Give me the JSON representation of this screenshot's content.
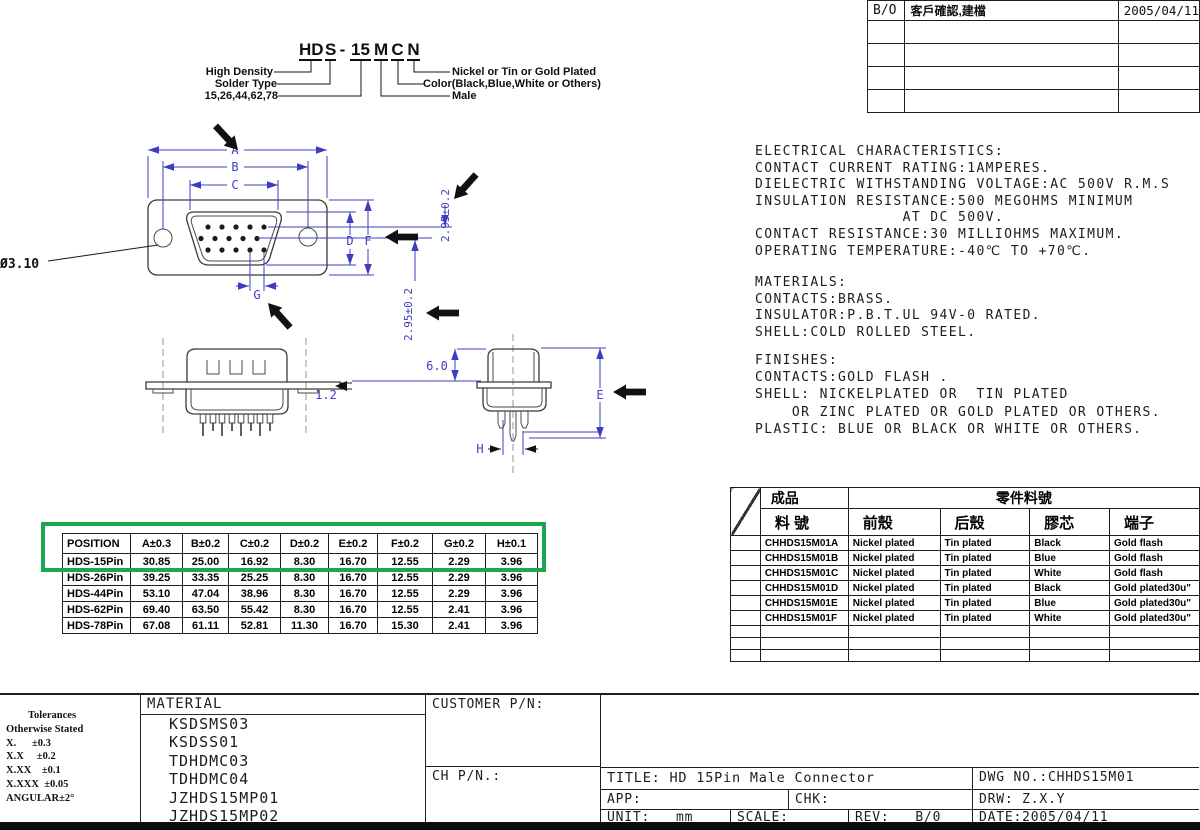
{
  "colors": {
    "highlight_green": "#1da651",
    "dimension_blue": "#3d3dc2"
  },
  "sheet": {
    "revision_table": {
      "rev": "B/O",
      "description": "客戶確認,建檔",
      "date": "2005/04/11"
    },
    "part_number": {
      "segments": [
        "HD",
        "S",
        "-",
        "15",
        "M",
        "C",
        "N"
      ],
      "callouts_left": [
        "High Density",
        "Solder Type",
        "15,26,44,62,78"
      ],
      "callouts_right": [
        "Nickel or Tin or Gold Plated",
        "Color(Black,Blue,White or Others)",
        "Male"
      ]
    },
    "drawing_labels": {
      "dim_a": "A",
      "dim_b": "B",
      "dim_c": "C",
      "dim_d": "D",
      "dim_e": "E",
      "dim_f": "F",
      "dim_g": "G",
      "dim_h": "H",
      "hole_dia": "Ø3.10",
      "row_pitch_upper": "2.95±0.2",
      "row_pitch_lower": "2.95±0.2",
      "mating_height": "6.0",
      "flange_thickness": "1.2"
    },
    "electrical": {
      "lines": [
        "ELECTRICAL CHARACTERISTICS:",
        "CONTACT CURRENT RATING:1AMPERES.",
        "DIELECTRIC WITHSTANDING VOLTAGE:AC 500V R.M.S",
        "INSULATION RESISTANCE:500 MEGOHMS MINIMUM",
        "                AT DC 500V.",
        "CONTACT RESISTANCE:30 MILLIOHMS MAXIMUM.",
        "OPERATING TEMPERATURE:-40℃ TO +70℃."
      ]
    },
    "materials": {
      "lines": [
        "MATERIALS:",
        "CONTACTS:BRASS.",
        "INSULATOR:P.B.T.UL 94V-0 RATED.",
        "SHELL:COLD ROLLED STEEL."
      ]
    },
    "finishes": {
      "lines": [
        "FINISHES:",
        "CONTACTS:GOLD FLASH .",
        "SHELL: NICKELPLATED OR  TIN PLATED",
        "    OR ZINC PLATED OR GOLD PLATED OR OTHERS.",
        "PLASTIC: BLUE OR BLACK OR WHITE OR OTHERS."
      ]
    },
    "dimension_table": {
      "headers": [
        "POSITION",
        "A±0.3",
        "B±0.2",
        "C±0.2",
        "D±0.2",
        "E±0.2",
        "F±0.2",
        "G±0.2",
        "H±0.1"
      ],
      "rows": [
        {
          "position": "HDS-15Pin",
          "a": "30.85",
          "b": "25.00",
          "c": "16.92",
          "d": "8.30",
          "e": "16.70",
          "f": "12.55",
          "g": "2.29",
          "h": "3.96"
        },
        {
          "position": "HDS-26Pin",
          "a": "39.25",
          "b": "33.35",
          "c": "25.25",
          "d": "8.30",
          "e": "16.70",
          "f": "12.55",
          "g": "2.29",
          "h": "3.96"
        },
        {
          "position": "HDS-44Pin",
          "a": "53.10",
          "b": "47.04",
          "c": "38.96",
          "d": "8.30",
          "e": "16.70",
          "f": "12.55",
          "g": "2.29",
          "h": "3.96"
        },
        {
          "position": "HDS-62Pin",
          "a": "69.40",
          "b": "63.50",
          "c": "55.42",
          "d": "8.30",
          "e": "16.70",
          "f": "12.55",
          "g": "2.41",
          "h": "3.96"
        },
        {
          "position": "HDS-78Pin",
          "a": "67.08",
          "b": "61.11",
          "c": "52.81",
          "d": "11.30",
          "e": "16.70",
          "f": "15.30",
          "g": "2.41",
          "h": "3.96"
        }
      ]
    },
    "parts_table": {
      "finished_goods_header": "成品",
      "part_no_header": "零件料號",
      "pn_col_header": "料  號",
      "col_headers": [
        "前殼",
        "后殼",
        "膠芯",
        "端子"
      ],
      "rows": [
        {
          "pn": "CHHDS15M01A",
          "front_shell": "Nickel plated",
          "rear_shell": "Tin plated",
          "core": "Black",
          "terminal": "Gold flash"
        },
        {
          "pn": "CHHDS15M01B",
          "front_shell": "Nickel plated",
          "rear_shell": "Tin plated",
          "core": "Blue",
          "terminal": "Gold flash"
        },
        {
          "pn": "CHHDS15M01C",
          "front_shell": "Nickel plated",
          "rear_shell": "Tin plated",
          "core": "White",
          "terminal": "Gold flash"
        },
        {
          "pn": "CHHDS15M01D",
          "front_shell": "Nickel plated",
          "rear_shell": "Tin plated",
          "core": "Black",
          "terminal": "Gold plated30u\""
        },
        {
          "pn": "CHHDS15M01E",
          "front_shell": "Nickel plated",
          "rear_shell": "Tin plated",
          "core": "Blue",
          "terminal": "Gold plated30u\""
        },
        {
          "pn": "CHHDS15M01F",
          "front_shell": "Nickel plated",
          "rear_shell": "Tin plated",
          "core": "White",
          "terminal": "Gold plated30u\""
        }
      ]
    },
    "title_block": {
      "tolerances_lines": [
        "Tolerances",
        "Otherwise Stated",
        "X.      ±0.3",
        "X.X     ±0.2",
        "X.XX    ±0.1",
        "X.XXX  ±0.05",
        "ANGULAR±2°"
      ],
      "material_header": "MATERIAL",
      "material_items": [
        "KSDSMS03",
        "KSDSS01",
        "TDHDMC03",
        "TDHDMC04",
        "JZHDS15MP01",
        "JZHDS15MP02"
      ],
      "customer_pn_label": "CUSTOMER P/N:",
      "ch_pn_label": "CH P/N.:",
      "title": "TITLE: HD 15Pin Male Connector",
      "dwg_no": "DWG NO.:CHHDS15M01",
      "app_label": "APP:",
      "chk_label": "CHK:",
      "drw": "DRW: Z.X.Y",
      "unit": "UNIT:   mm",
      "scale_label": "SCALE:",
      "rev": "REV:   B/0",
      "date": "DATE:2005/04/11"
    }
  }
}
